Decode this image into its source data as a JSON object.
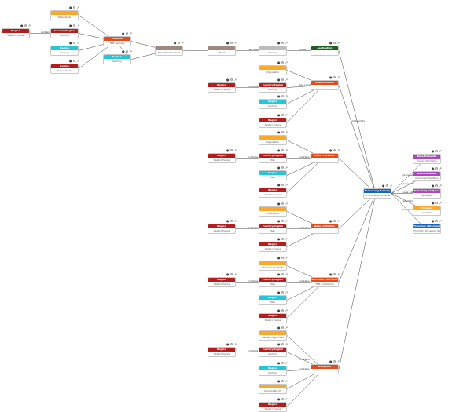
{
  "colors": {
    "region": "#b71c1c",
    "country": "#e64a19",
    "cyan": "#26c6da",
    "orange": "#ffa726",
    "brown": "#a1887f",
    "green": "#1b5e20",
    "gray": "#bdbdbd",
    "purple": "#ab47bc",
    "blue": "#1565c0",
    "edge": "#444444"
  },
  "nodes": [
    {
      "id": "n1",
      "type": "Region",
      "label": "Western Europe",
      "c": "region"
    },
    {
      "id": "n2",
      "type": "",
      "label": "Netherlands",
      "c": "orange"
    },
    {
      "id": "n3",
      "type": "Country/Region",
      "label": "Germany",
      "c": "region"
    },
    {
      "id": "n4",
      "type": "Region",
      "label": "Germany",
      "c": "cyan"
    },
    {
      "id": "n5",
      "type": "Region",
      "label": "Western Europe",
      "c": "region"
    },
    {
      "id": "n6",
      "type": "Location",
      "label": "TNM, Germany",
      "c": "country"
    },
    {
      "id": "n7",
      "type": "Region",
      "label": "Germany",
      "c": "cyan"
    },
    {
      "id": "n8",
      "type": "",
      "label": "Berlin (Headquarters)",
      "c": "brown"
    },
    {
      "id": "n9",
      "type": "",
      "label": "TB Ltd",
      "c": "brown"
    },
    {
      "id": "n10",
      "type": "",
      "label": "Thinking",
      "c": "gray"
    },
    {
      "id": "n11",
      "type": "Application",
      "label": "",
      "c": "green"
    },
    {
      "id": "n12",
      "type": "Region",
      "label": "Western Europe",
      "c": "region"
    },
    {
      "id": "n13",
      "type": "",
      "label": "Organization",
      "c": "orange"
    },
    {
      "id": "n14",
      "type": "Country/Region",
      "label": "Germany",
      "c": "region"
    },
    {
      "id": "n15",
      "type": "Region",
      "label": "Germany",
      "c": "cyan"
    },
    {
      "id": "n16",
      "type": "Region",
      "label": "Western Europe",
      "c": "region"
    },
    {
      "id": "n17",
      "type": "Data Location",
      "label": "",
      "c": "country"
    },
    {
      "id": "n18",
      "type": "Region",
      "label": "Western Europe",
      "c": "region"
    },
    {
      "id": "n19",
      "type": "",
      "label": "Organization",
      "c": "orange"
    },
    {
      "id": "n20",
      "type": "Country/Region",
      "label": "Italy",
      "c": "region"
    },
    {
      "id": "n21",
      "type": "Region",
      "label": "Italy",
      "c": "cyan"
    },
    {
      "id": "n22",
      "type": "Region",
      "label": "Western Europe",
      "c": "region"
    },
    {
      "id": "n23",
      "type": "Data Processor",
      "label": "",
      "c": "country"
    },
    {
      "id": "n24",
      "type": "Region",
      "label": "Western Europe",
      "c": "region"
    },
    {
      "id": "n25",
      "type": "",
      "label": "Contractual",
      "c": "orange"
    },
    {
      "id": "n26",
      "type": "Country/Region",
      "label": "Italy",
      "c": "region"
    },
    {
      "id": "n27",
      "type": "Region",
      "label": "Western Europe",
      "c": "region"
    },
    {
      "id": "n28",
      "type": "Data Controller",
      "label": "",
      "c": "country"
    },
    {
      "id": "n29",
      "type": "",
      "label": "Standard Legal Entity",
      "c": "orange"
    },
    {
      "id": "n30",
      "type": "Region",
      "label": "Western Europe",
      "c": "region"
    },
    {
      "id": "n31",
      "type": "Country/Region",
      "label": "Italy",
      "c": "region"
    },
    {
      "id": "n32",
      "type": "Region",
      "label": "Italy",
      "c": "cyan"
    },
    {
      "id": "n33",
      "type": "Region",
      "label": "Western Europe",
      "c": "region"
    },
    {
      "id": "n34",
      "type": "Sub-Data Controller",
      "label": "TNM, Luxembourg",
      "c": "country"
    },
    {
      "id": "n35",
      "type": "",
      "label": "Standard Legal Entity",
      "c": "orange"
    },
    {
      "id": "n36",
      "type": "Region",
      "label": "Western Europe",
      "c": "region"
    },
    {
      "id": "n37",
      "type": "Country/Region",
      "label": "Germany",
      "c": "region"
    },
    {
      "id": "n38",
      "type": "Region",
      "label": "Germany",
      "c": "cyan"
    },
    {
      "id": "n39",
      "type": "",
      "label": "Germany Branch",
      "c": "orange"
    },
    {
      "id": "n40",
      "type": "Region",
      "label": "Western Europe",
      "c": "region"
    },
    {
      "id": "n41",
      "type": "Recipient",
      "label": "",
      "c": "country"
    },
    {
      "id": "n42",
      "type": "Processing Activity",
      "label": "HR - Processing Activities",
      "c": "blue"
    },
    {
      "id": "n43",
      "type": "Data Elements",
      "label": "Contact Information",
      "c": "purple"
    },
    {
      "id": "n44",
      "type": "Data Elements",
      "label": "Government Identifiers",
      "c": "purple"
    },
    {
      "id": "n45",
      "type": "Data Subject Types",
      "label": "Candidates",
      "c": "purple"
    },
    {
      "id": "n46",
      "type": "Purpose",
      "label": "Contract",
      "c": "orange"
    },
    {
      "id": "n47",
      "type": "Transfers / Disclosures",
      "label": "Third Party Processors (Recipients)",
      "c": "blue"
    }
  ],
  "edge_labels": [
    "contains",
    "contains",
    "contains",
    "contains",
    "contains",
    "contains",
    "contains",
    "contains",
    "contains",
    "has related Asset",
    "Hosts",
    "has Location",
    "contains",
    "contains",
    "contains",
    "contains",
    "contains",
    "contains",
    "contains",
    "contains",
    "contains",
    "contains",
    "contains",
    "contains",
    "Ordered by",
    "processes",
    "processes",
    "uses data",
    "sends to",
    "transfers"
  ],
  "toolbar_glyphs": "● ⚙ ↗"
}
